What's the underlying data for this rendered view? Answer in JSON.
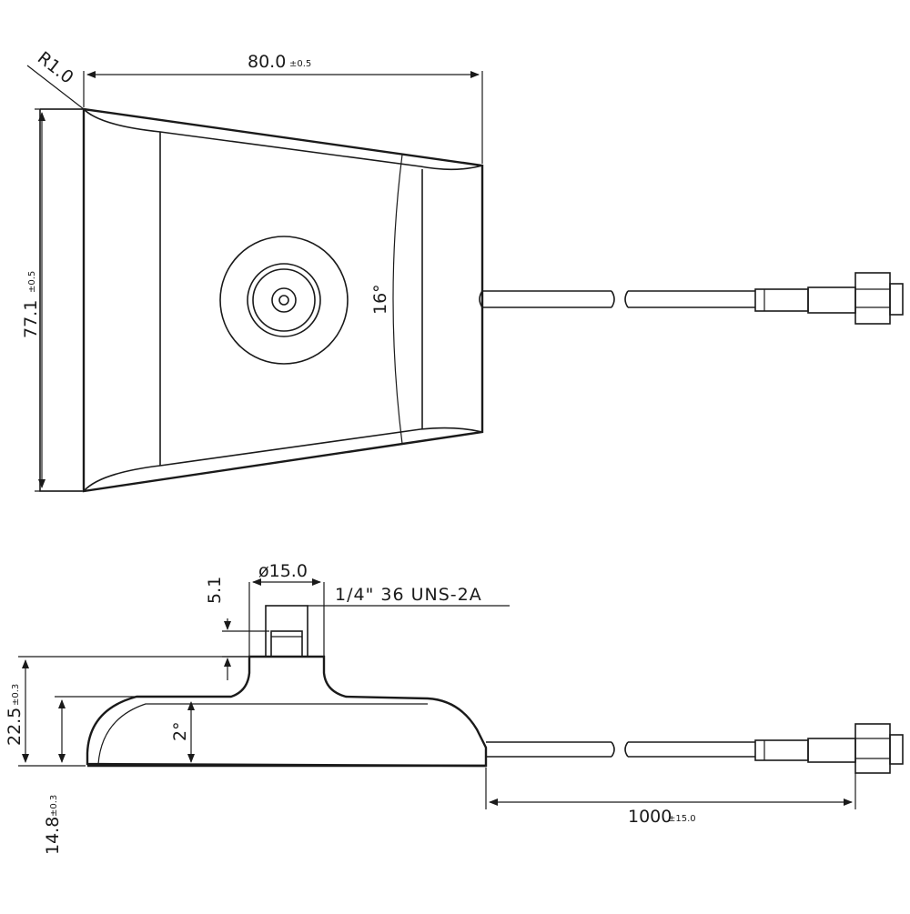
{
  "top_view": {
    "corner_radius": "R1.0",
    "width_value": "80.0",
    "width_tol": "±0.5",
    "height_value": "77.1",
    "height_tol": "±0.5",
    "angle": "16°"
  },
  "side_view": {
    "diameter": "ø15.0",
    "thread": "1/4\" 36 UNS-2A",
    "connector_height": "5.1",
    "total_height_value": "22.5",
    "total_height_tol": "±0.3",
    "base_height_value": "14.8",
    "base_height_tol": "±0.3",
    "draft_angle": "2°",
    "cable_length_value": "1000",
    "cable_length_tol": "±15.0"
  }
}
